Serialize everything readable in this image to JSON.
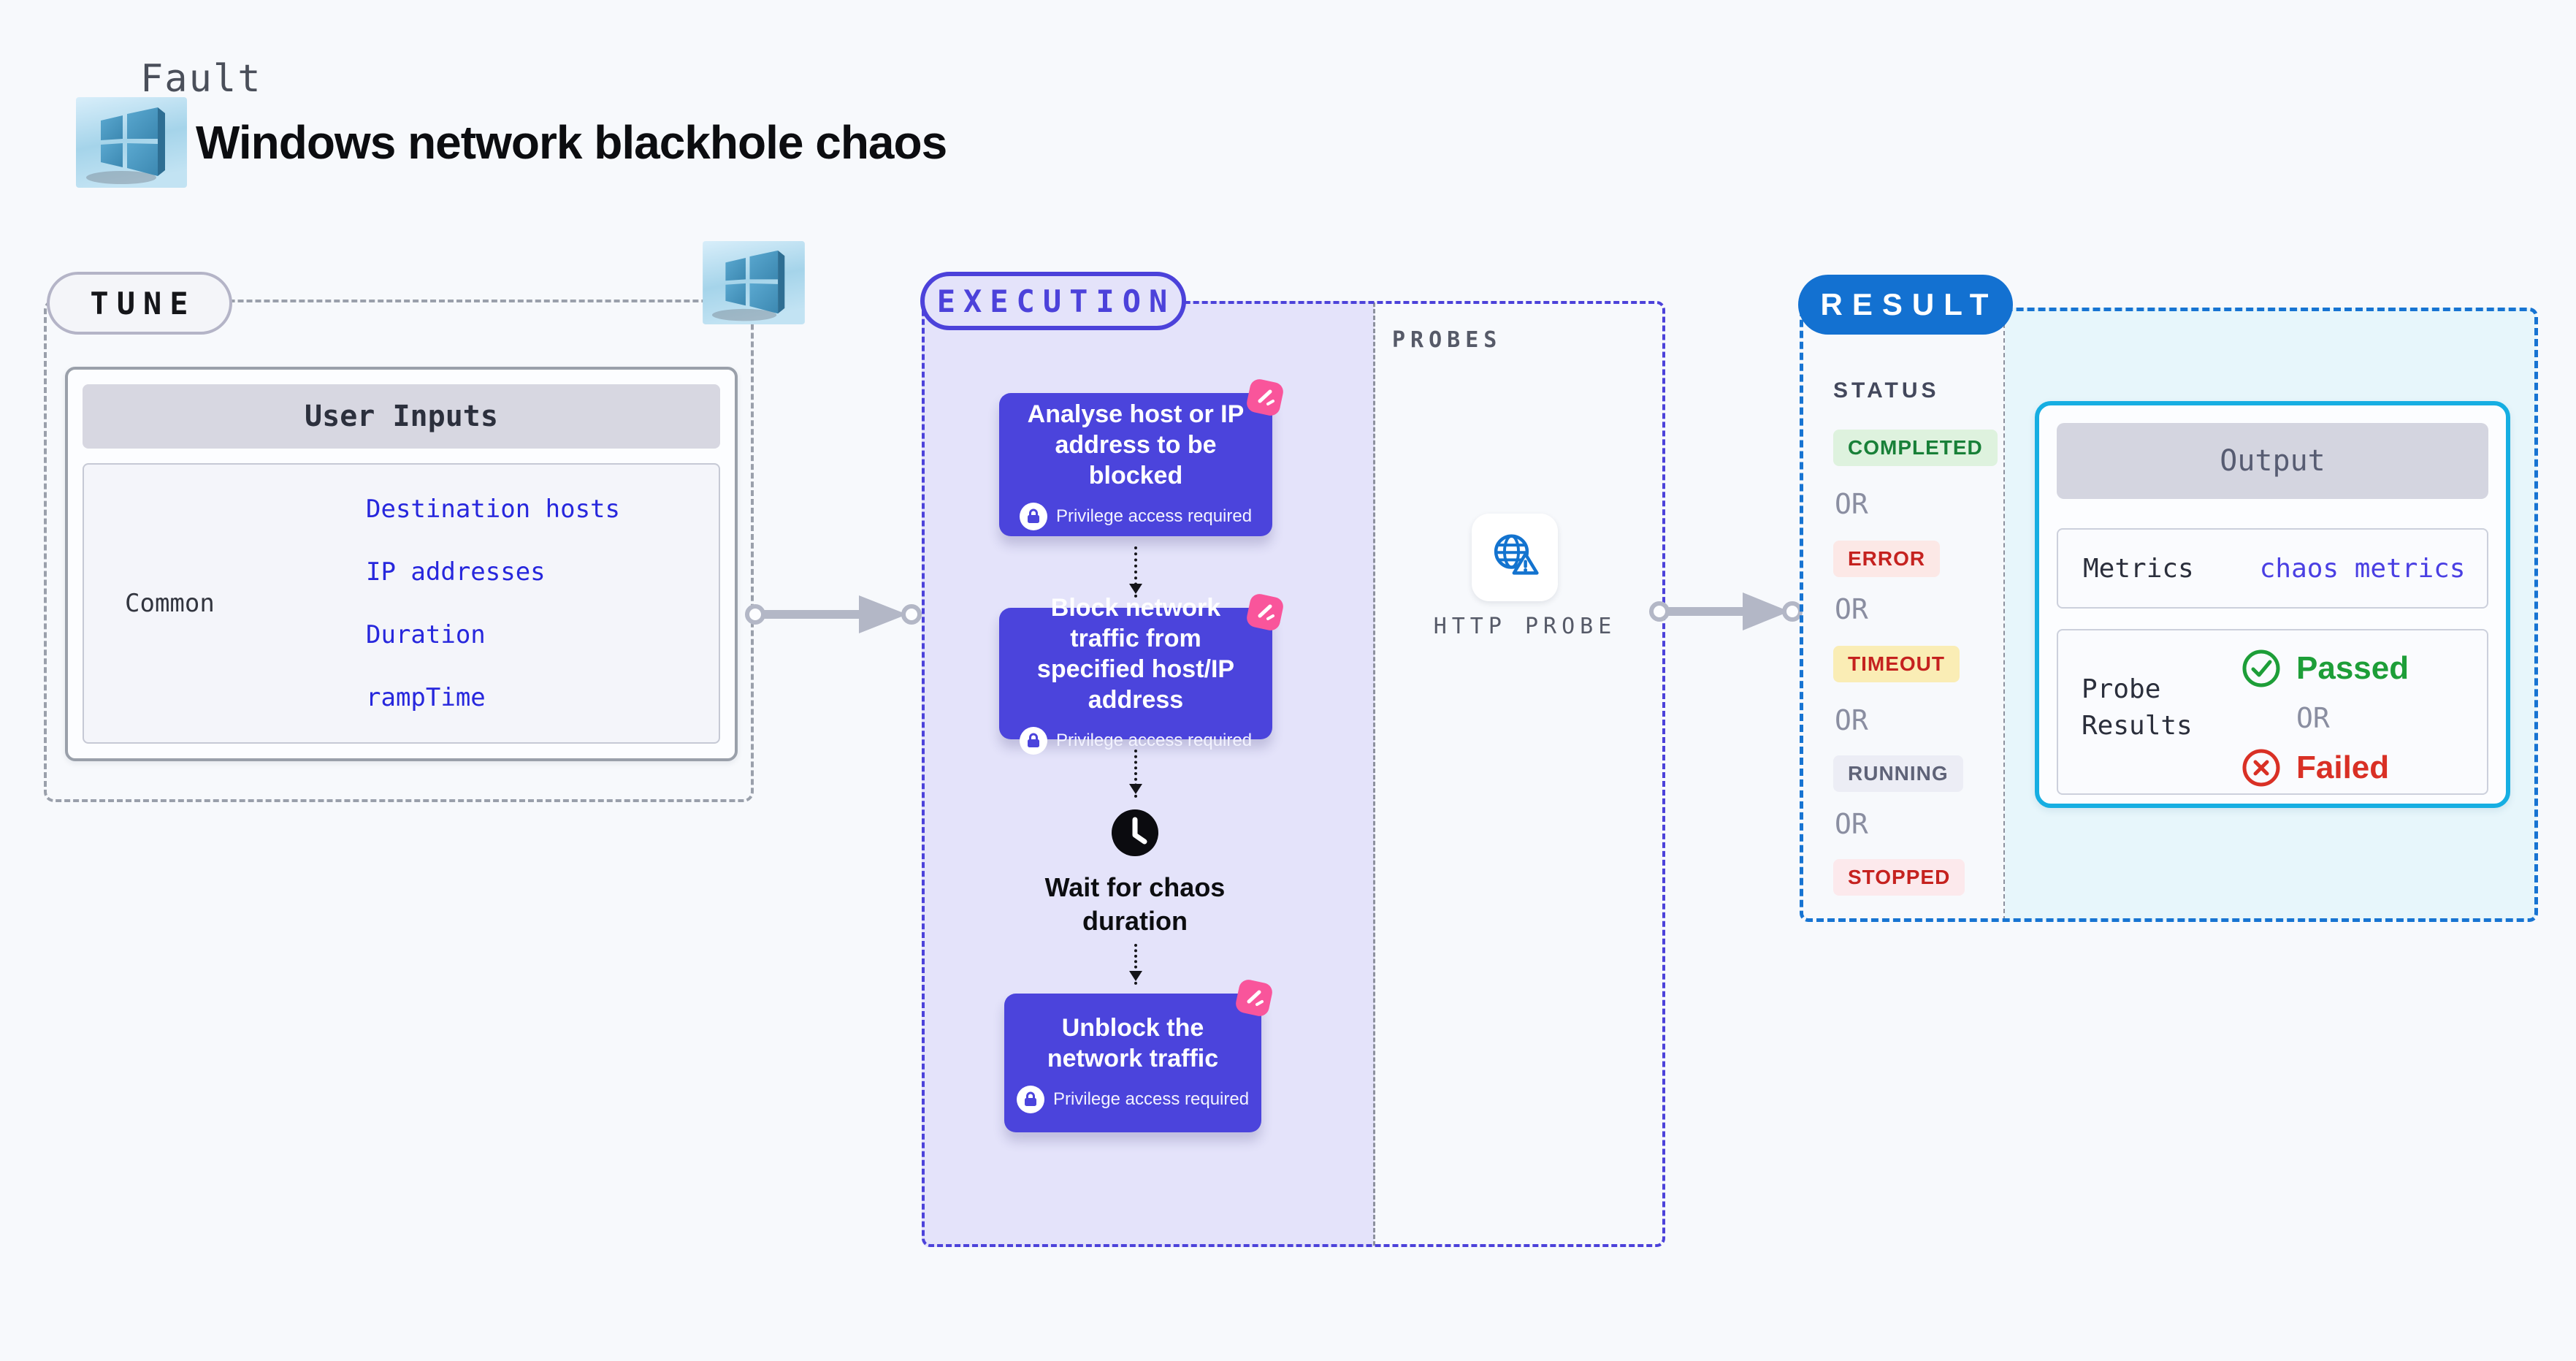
{
  "header": {
    "fault_label": "Fault",
    "title": "Windows network blackhole chaos"
  },
  "tune": {
    "label": "TUNE",
    "card_header": "User Inputs",
    "row_label": "Common",
    "inputs": [
      "Destination hosts",
      "IP addresses",
      "Duration",
      "rampTime"
    ]
  },
  "execution": {
    "label": "EXECUTION",
    "privilege_note": "Privilege access required",
    "steps": [
      {
        "title": "Analyse host or IP address to be blocked"
      },
      {
        "title": "Block network traffic from specified host/IP address"
      },
      {
        "title": "Unblock the network traffic"
      }
    ],
    "wait_label": "Wait for chaos duration"
  },
  "probes": {
    "label": "PROBES",
    "probe_name": "HTTP PROBE"
  },
  "result": {
    "label": "RESULT",
    "status_label": "STATUS",
    "or_label": "OR",
    "statuses": [
      {
        "label": "COMPLETED",
        "text_color": "#188038",
        "bg_color": "#def2de"
      },
      {
        "label": "ERROR",
        "text_color": "#c5221f",
        "bg_color": "#fce8e6"
      },
      {
        "label": "TIMEOUT",
        "text_color": "#c5221f",
        "bg_color": "#faedb5"
      },
      {
        "label": "RUNNING",
        "text_color": "#5f6378",
        "bg_color": "#ecedf5"
      },
      {
        "label": "STOPPED",
        "text_color": "#c5221f",
        "bg_color": "#fce9ec"
      }
    ],
    "output": {
      "header": "Output",
      "metrics_label": "Metrics",
      "metrics_link": "chaos metrics",
      "probe_results_label": "Probe Results",
      "passed_label": "Passed",
      "failed_label": "Failed"
    }
  },
  "colors": {
    "background": "#f7f9fc",
    "execution_accent": "#4c42da",
    "execution_fill": "#e4e3fa",
    "step_fill": "#4b44dc",
    "chaos_pink": "#f9559b",
    "result_accent": "#1371d1",
    "output_border": "#16aee2",
    "output_fill": "#e7f6fb",
    "link_blue": "#2727dd",
    "passed_green": "#1d9e38",
    "failed_red": "#d93025"
  }
}
